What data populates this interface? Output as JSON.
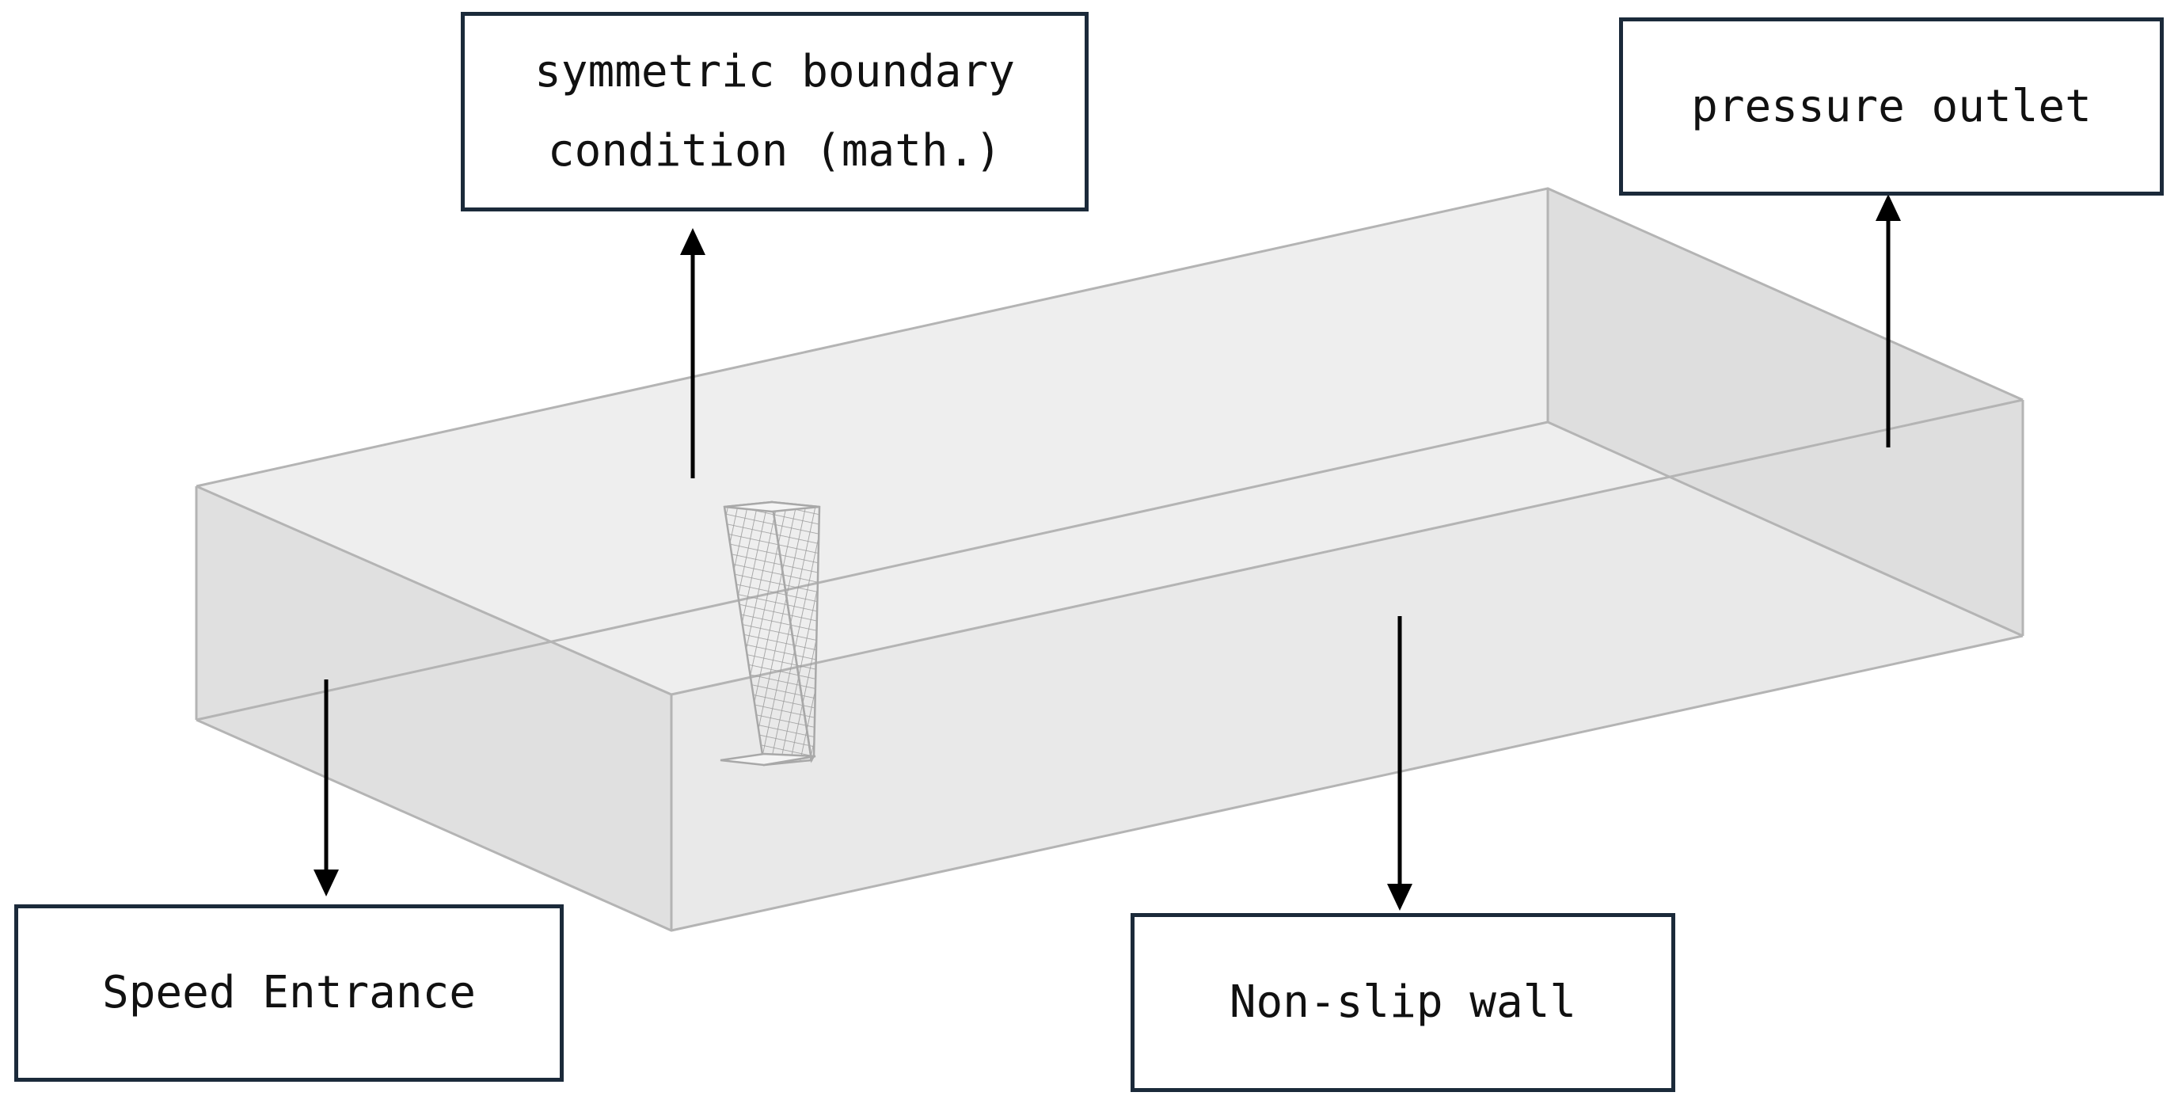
{
  "labels": {
    "symmetric_line1": "symmetric boundary",
    "symmetric_line2": "condition (math.)",
    "pressure_outlet": "pressure outlet",
    "speed_entrance": "Speed Entrance",
    "non_slip_wall": "Non-slip wall"
  },
  "colors": {
    "box_outline": "#1b2a3a",
    "domain_face": "#e6e6e6",
    "domain_edge": "#b4b4b4",
    "arrow": "#000000"
  }
}
